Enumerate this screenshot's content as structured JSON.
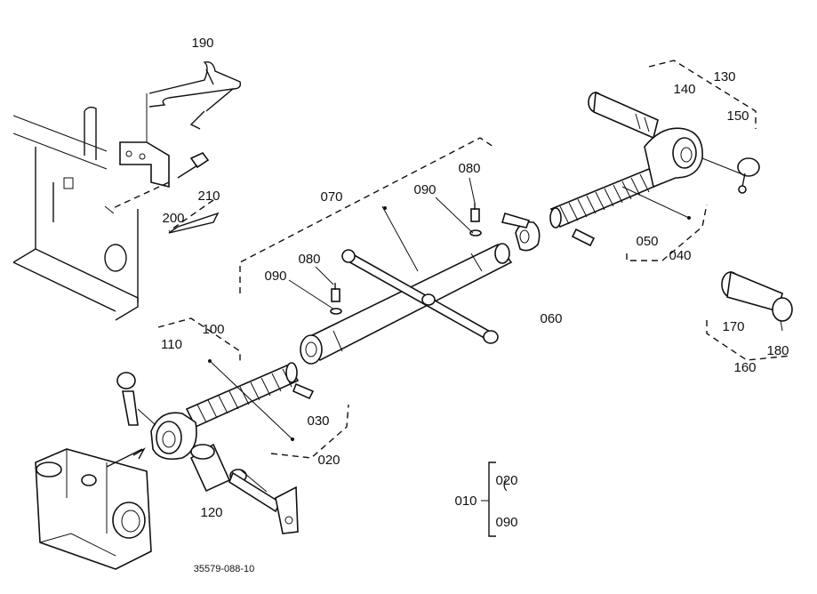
{
  "labels": {
    "p190": "190",
    "p200": "200",
    "p210": "210",
    "p070": "070",
    "p080a": "080",
    "p090a": "090",
    "p080b": "080",
    "p090b": "090",
    "p130": "130",
    "p140": "140",
    "p150": "150",
    "p050": "050",
    "p040": "040",
    "p060": "060",
    "p170": "170",
    "p180": "180",
    "p160": "160",
    "p100": "100",
    "p110": "110",
    "p030": "030",
    "p020": "020",
    "p120": "120",
    "key_010": "010",
    "key_020": "020",
    "key_090": "090"
  },
  "footer": {
    "drawing_number": "35579-088-10"
  }
}
